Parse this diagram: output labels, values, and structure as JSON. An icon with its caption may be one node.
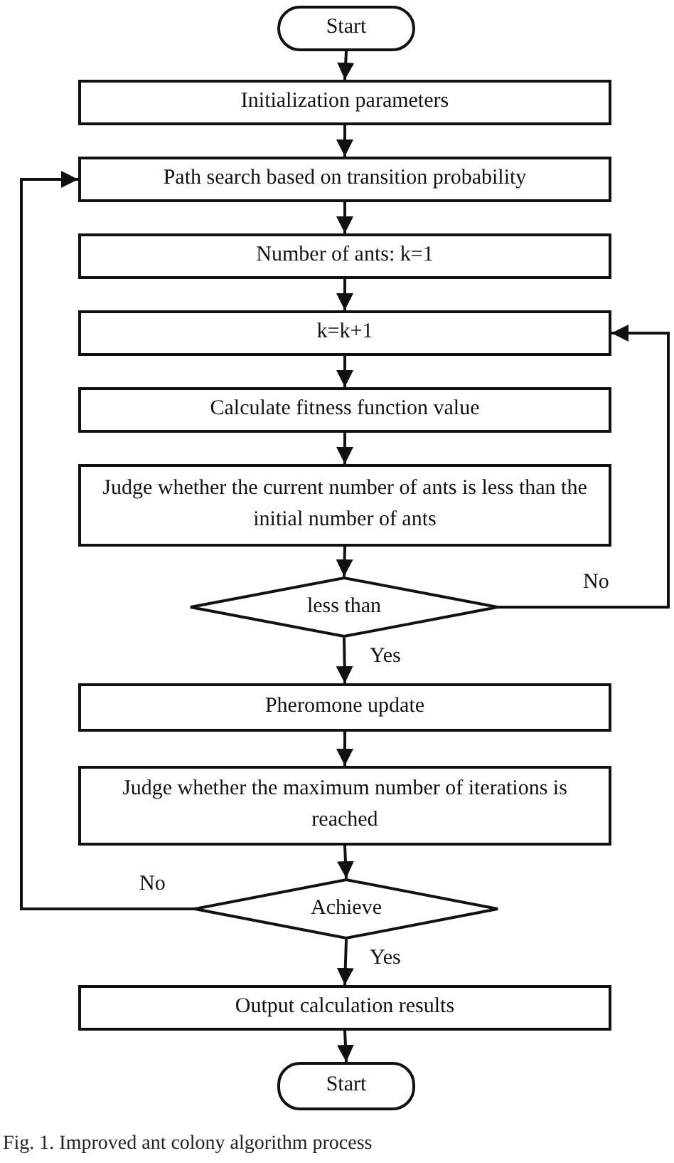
{
  "diagram": {
    "caption": "Fig. 1. Improved ant colony algorithm process",
    "nodes": [
      {
        "text": [
          "Start"
        ]
      },
      {
        "text": [
          "Initialization parameters"
        ]
      },
      {
        "text": [
          "Path search based on transition probability"
        ]
      },
      {
        "text": [
          "Number of ants: k=1"
        ]
      },
      {
        "text": [
          "k=k+1"
        ]
      },
      {
        "text": [
          "Calculate fitness function value"
        ]
      },
      {
        "text": [
          "Judge whether the current number of ants is less than the initial number of ants"
        ]
      },
      {
        "text": [
          "less than"
        ]
      },
      {
        "text": [
          "Pheromone update"
        ]
      },
      {
        "text": [
          "Judge whether the maximum number of iterations is reached"
        ]
      },
      {
        "text": [
          "Achieve"
        ]
      },
      {
        "text": [
          "Output calculation results"
        ]
      },
      {
        "text": [
          "Start"
        ]
      }
    ],
    "edges": [
      {
        "from": 0,
        "to": 1,
        "arrow": "to"
      },
      {
        "from": 1,
        "to": 2,
        "arrow": "to"
      },
      {
        "from": 2,
        "to": 3,
        "arrow": "to"
      },
      {
        "from": 3,
        "to": 4,
        "arrow": "to"
      },
      {
        "from": 4,
        "to": 5,
        "arrow": "to"
      },
      {
        "from": 5,
        "to": 6,
        "arrow": "to"
      },
      {
        "from": 6,
        "to": 7,
        "arrow": "to"
      },
      {
        "from": 7,
        "to": 8,
        "arrow": "to",
        "label": "Yes"
      },
      {
        "from": 8,
        "to": 9,
        "arrow": "to"
      },
      {
        "from": 9,
        "to": 10,
        "arrow": "to"
      },
      {
        "from": 10,
        "to": 11,
        "arrow": "to",
        "label": "Yes"
      },
      {
        "from": 11,
        "to": 12,
        "arrow": "to"
      },
      {
        "from": 7,
        "to": 4,
        "arrow": "to",
        "label": "No"
      },
      {
        "from": 10,
        "to": 2,
        "arrow": "to",
        "label": "No"
      }
    ]
  }
}
